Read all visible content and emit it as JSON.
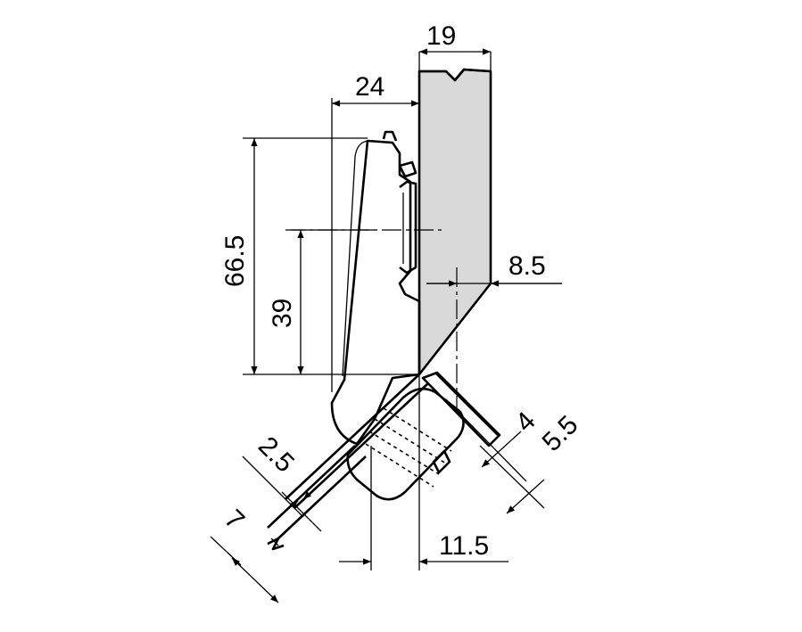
{
  "dimensions": {
    "panel_thickness": "19",
    "overlay_width": "24",
    "height_total": "66.5",
    "height_center": "39",
    "bevel_offset": "8.5",
    "cup_depth_small": "4",
    "cup_depth_large": "5.5",
    "door_gap": "2.5",
    "door_thickness": "7",
    "cup_offset": "11.5"
  },
  "colors": {
    "panel_fill": "#d9d9d9",
    "line": "#000000",
    "background": "#ffffff"
  }
}
